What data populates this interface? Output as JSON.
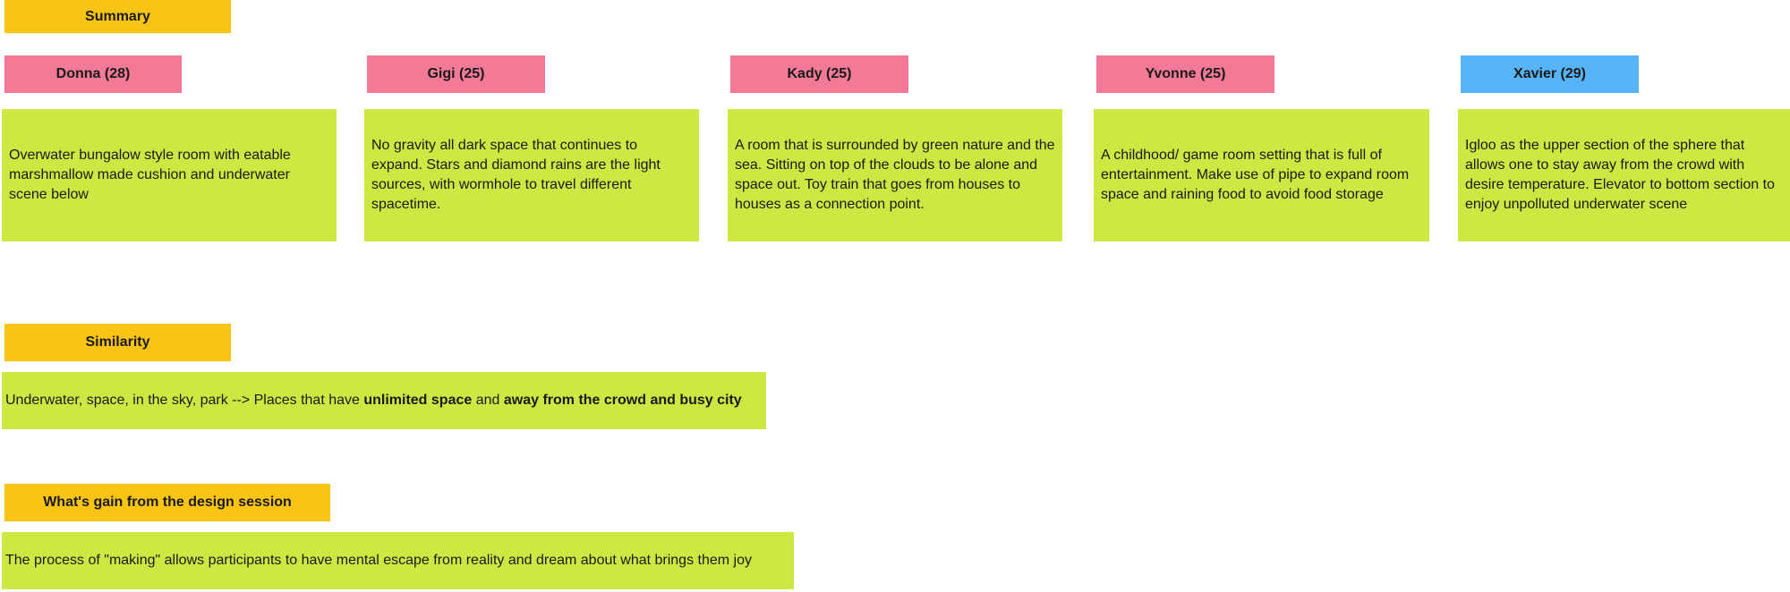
{
  "summary": {
    "label": "Summary",
    "participants": [
      {
        "name": "Donna (28)",
        "color": "#f27a96",
        "note": "Overwater bungalow style room with eatable marshmallow made cushion and underwater scene below"
      },
      {
        "name": "Gigi (25)",
        "color": "#f27a96",
        "note": "No gravity all dark space that continues to expand. Stars and diamond rains are the light sources, with wormhole to travel different spacetime."
      },
      {
        "name": "Kady (25)",
        "color": "#f27a96",
        "note": "A room that is surrounded by green nature and the sea. Sitting on top of the clouds to be alone and space out. Toy train that goes from houses to houses as a connection point."
      },
      {
        "name": "Yvonne (25)",
        "color": "#f27a96",
        "note": "A childhood/ game room setting that is full of entertainment. Make use of pipe to expand room space and raining food to avoid food storage"
      },
      {
        "name": "Xavier (29)",
        "color": "#58b4f8",
        "note": "Igloo as the upper section of the sphere that allows one to stay away from the crowd with desire temperature. Elevator to bottom section to enjoy unpolluted underwater scene"
      }
    ]
  },
  "similarity": {
    "label": "Similarity",
    "text_prefix": "Underwater, space, in the sky, park --> Places that have ",
    "bold_1": "unlimited space",
    "text_middle": " and ",
    "bold_2": "away from the crowd and busy city"
  },
  "gain": {
    "label": "What's gain from the design session",
    "text": "The process of \"making\" allows participants to have mental escape from reality and dream about what brings them joy"
  },
  "colors": {
    "section_label": "#f9c414",
    "note": "#cee742",
    "female_tag": "#f27a96",
    "male_tag": "#58b4f8"
  }
}
